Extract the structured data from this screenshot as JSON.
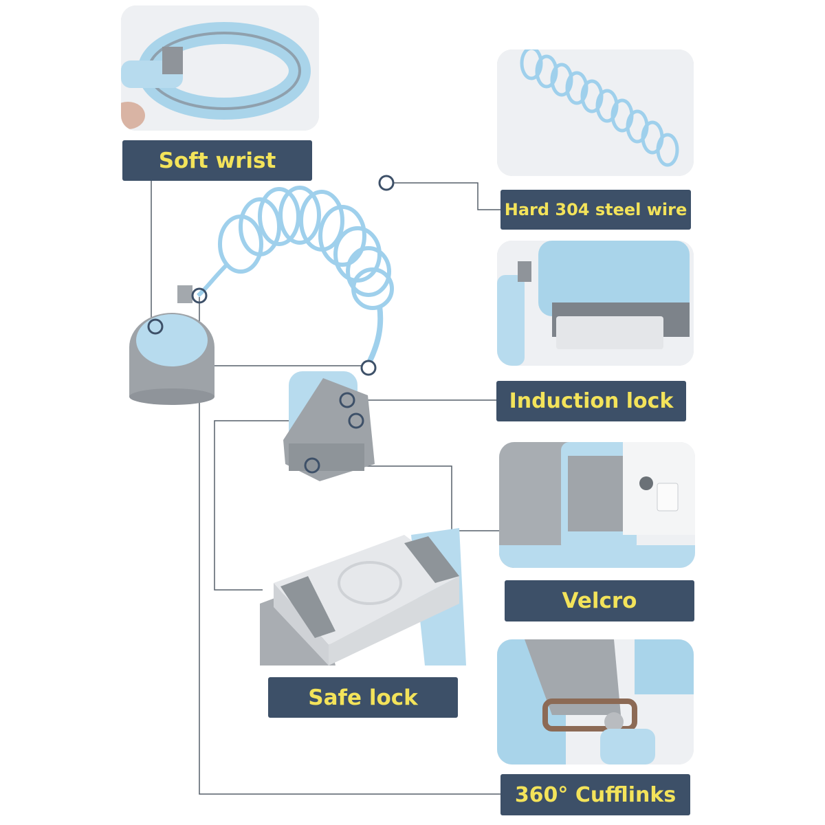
{
  "labels": {
    "soft_wrist": "Soft wrist",
    "steel_wire": "Hard 304 steel wire",
    "induction_lock": "Induction lock",
    "velcro": "Velcro",
    "safe_lock": "Safe lock",
    "cufflinks": "360° Cufflinks"
  },
  "colors": {
    "label_bg": "#3d5068",
    "label_text": "#f3e35a",
    "leader_line": "#555e68",
    "product_blue": "#a9d4ea",
    "product_grey": "#9ea3a8"
  }
}
